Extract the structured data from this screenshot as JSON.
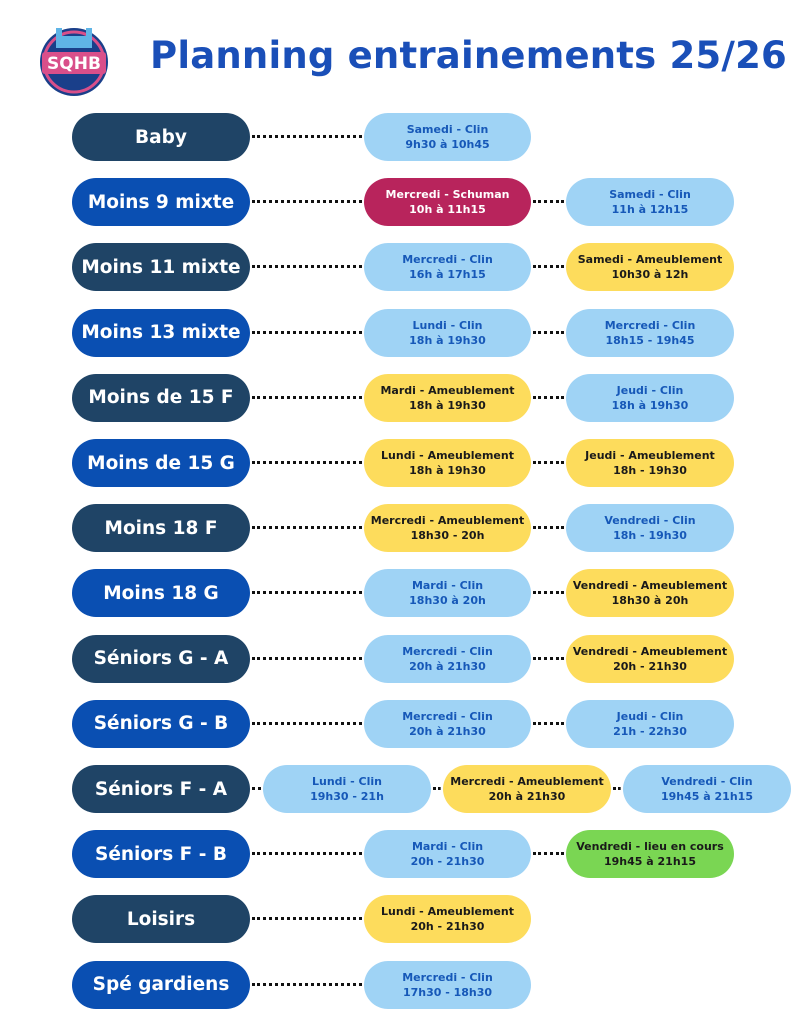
{
  "header": {
    "logo_text": "SQHB",
    "title": "Planning entrainements 25/26"
  },
  "colors": {
    "dark_navy": "#1f4466",
    "royal_blue": "#0a4fb2",
    "light_blue": "#9fd3f5",
    "yellow": "#fddc5c",
    "magenta": "#b8245c",
    "green": "#7ad653",
    "light_text": "#1658b8",
    "dark_text": "#1a1a1a"
  },
  "rows": [
    {
      "team": "Baby",
      "style": "dark",
      "slots": [
        {
          "day": "Samedi - Clin",
          "time": "9h30 à 10h45",
          "color": "light"
        }
      ]
    },
    {
      "team": "Moins 9 mixte",
      "style": "blue",
      "slots": [
        {
          "day": "Mercredi - Schuman",
          "time": "10h à 11h15",
          "color": "magenta"
        },
        {
          "day": "Samedi - Clin",
          "time": "11h à 12h15",
          "color": "light"
        }
      ]
    },
    {
      "team": "Moins 11 mixte",
      "style": "dark",
      "slots": [
        {
          "day": "Mercredi - Clin",
          "time": "16h à 17h15",
          "color": "light"
        },
        {
          "day": "Samedi - Ameublement",
          "time": "10h30 à 12h",
          "color": "yellow"
        }
      ]
    },
    {
      "team": "Moins 13 mixte",
      "style": "blue",
      "slots": [
        {
          "day": "Lundi - Clin",
          "time": "18h à 19h30",
          "color": "light"
        },
        {
          "day": "Mercredi - Clin",
          "time": "18h15 - 19h45",
          "color": "light"
        }
      ]
    },
    {
      "team": "Moins de 15 F",
      "style": "dark",
      "slots": [
        {
          "day": "Mardi - Ameublement",
          "time": "18h à 19h30",
          "color": "yellow"
        },
        {
          "day": "Jeudi - Clin",
          "time": "18h à 19h30",
          "color": "light"
        }
      ]
    },
    {
      "team": "Moins de 15 G",
      "style": "blue",
      "slots": [
        {
          "day": "Lundi - Ameublement",
          "time": "18h à 19h30",
          "color": "yellow"
        },
        {
          "day": "Jeudi - Ameublement",
          "time": "18h - 19h30",
          "color": "yellow"
        }
      ]
    },
    {
      "team": "Moins 18 F",
      "style": "dark",
      "slots": [
        {
          "day": "Mercredi - Ameublement",
          "time": "18h30 - 20h",
          "color": "yellow"
        },
        {
          "day": "Vendredi - Clin",
          "time": "18h - 19h30",
          "color": "light"
        }
      ]
    },
    {
      "team": "Moins 18 G",
      "style": "blue",
      "slots": [
        {
          "day": "Mardi - Clin",
          "time": "18h30 à 20h",
          "color": "light"
        },
        {
          "day": "Vendredi - Ameublement",
          "time": "18h30 à 20h",
          "color": "yellow"
        }
      ]
    },
    {
      "team": "Séniors G - A",
      "style": "dark",
      "slots": [
        {
          "day": "Mercredi - Clin",
          "time": "20h à 21h30",
          "color": "light"
        },
        {
          "day": "Vendredi - Ameublement",
          "time": "20h - 21h30",
          "color": "yellow"
        }
      ]
    },
    {
      "team": "Séniors G - B",
      "style": "blue",
      "slots": [
        {
          "day": "Mercredi - Clin",
          "time": "20h à 21h30",
          "color": "light"
        },
        {
          "day": "Jeudi - Clin",
          "time": "21h - 22h30",
          "color": "light"
        }
      ]
    },
    {
      "team": "Séniors F - A",
      "style": "dark",
      "slots": [
        {
          "day": "Lundi - Clin",
          "time": "19h30 - 21h",
          "color": "light"
        },
        {
          "day": "Mercredi - Ameublement",
          "time": "20h à 21h30",
          "color": "yellow"
        },
        {
          "day": "Vendredi - Clin",
          "time": "19h45 à 21h15",
          "color": "light"
        }
      ]
    },
    {
      "team": "Séniors F - B",
      "style": "blue",
      "slots": [
        {
          "day": "Mardi - Clin",
          "time": "20h - 21h30",
          "color": "light"
        },
        {
          "day": "Vendredi - lieu en cours",
          "time": "19h45 à 21h15",
          "color": "green"
        }
      ]
    },
    {
      "team": "Loisirs",
      "style": "dark",
      "slots": [
        {
          "day": "Lundi - Ameublement",
          "time": "20h - 21h30",
          "color": "yellow"
        }
      ]
    },
    {
      "team": "Spé gardiens",
      "style": "blue",
      "slots": [
        {
          "day": "Mercredi - Clin",
          "time": "17h30 - 18h30",
          "color": "light"
        }
      ]
    }
  ]
}
